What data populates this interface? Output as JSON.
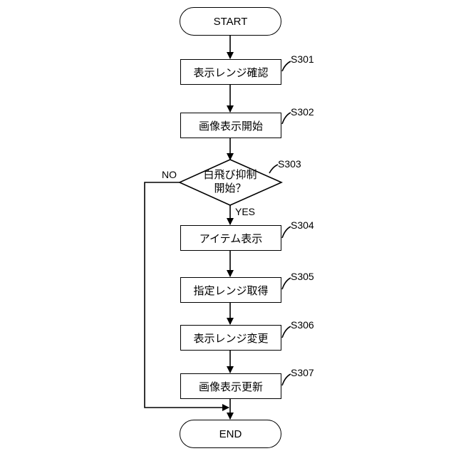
{
  "flowchart": {
    "start": "START",
    "end": "END",
    "steps": [
      {
        "id": "S301",
        "text": "表示レンジ確認"
      },
      {
        "id": "S302",
        "text": "画像表示開始"
      },
      {
        "id": "S304",
        "text": "アイテム表示"
      },
      {
        "id": "S305",
        "text": "指定レンジ取得"
      },
      {
        "id": "S306",
        "text": "表示レンジ変更"
      },
      {
        "id": "S307",
        "text": "画像表示更新"
      }
    ],
    "decision": {
      "id": "S303",
      "line1": "白飛び抑制",
      "line2": "開始？",
      "yes_label": "YES",
      "no_label": "NO"
    }
  }
}
